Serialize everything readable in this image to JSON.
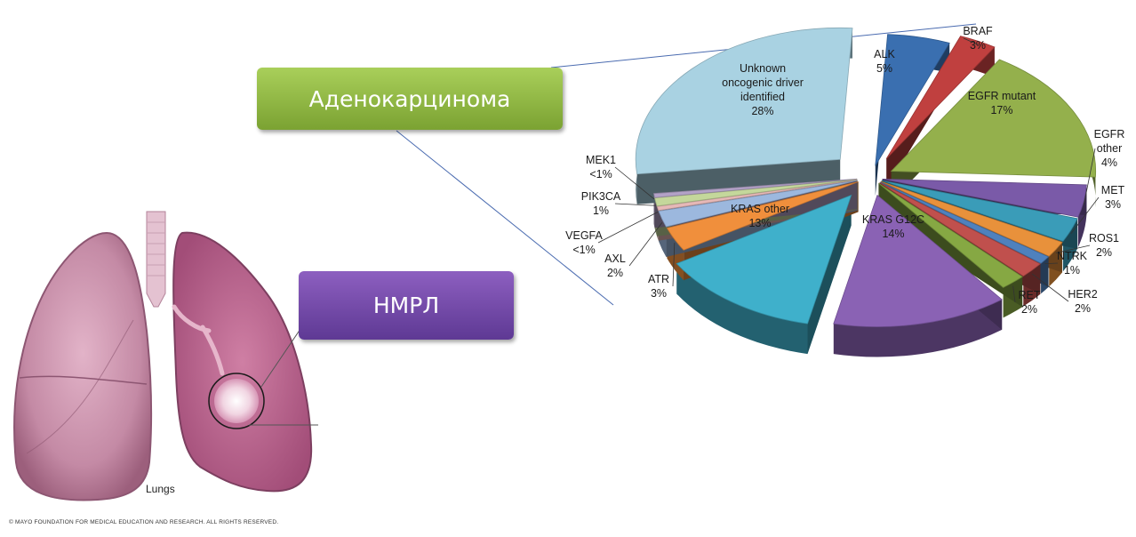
{
  "labels": {
    "adenocarcinoma": "Аденокарцинома",
    "nsclc": "НМРЛ",
    "lungs_caption": "Lungs",
    "copyright": "© MAYO FOUNDATION FOR MEDICAL EDUCATION AND RESEARCH. ALL RIGHTS RESERVED."
  },
  "colors": {
    "adeno_box": "#8cb83f",
    "nsclc_box": "#7048a8",
    "lung": "#c98aa6"
  },
  "chart_data": {
    "type": "pie",
    "title": "",
    "style": "3d exploded",
    "unit": "%",
    "slices": [
      {
        "name": "ALK",
        "pct": "5%",
        "value": 5,
        "color": "#3a6fb0"
      },
      {
        "name": "BRAF",
        "pct": "3%",
        "value": 3,
        "color": "#c0403f"
      },
      {
        "name": "EGFR mutant",
        "pct": "17%",
        "value": 17,
        "color": "#94b04c"
      },
      {
        "name": "EGFR other",
        "pct": "4%",
        "value": 4,
        "color": "#7a5aa8"
      },
      {
        "name": "MET",
        "pct": "3%",
        "value": 3,
        "color": "#3a9cb8"
      },
      {
        "name": "ROS1",
        "pct": "2%",
        "value": 2,
        "color": "#e8913b"
      },
      {
        "name": "NTRK",
        "pct": "1%",
        "value": 1,
        "color": "#4f81bd"
      },
      {
        "name": "HER2",
        "pct": "2%",
        "value": 2,
        "color": "#c0504d"
      },
      {
        "name": "RET",
        "pct": "2%",
        "value": 2,
        "color": "#86a843"
      },
      {
        "name": "KRAS G12C",
        "pct": "14%",
        "value": 14,
        "color": "#8a62b4"
      },
      {
        "name": "KRAS other",
        "pct": "13%",
        "value": 13,
        "color": "#3fb0cb"
      },
      {
        "name": "ATR",
        "pct": "3%",
        "value": 3,
        "color": "#f08f3c"
      },
      {
        "name": "AXL",
        "pct": "2%",
        "value": 2,
        "color": "#9cb8de"
      },
      {
        "name": "VEGFA",
        "pct": "<1%",
        "value": 0.5,
        "color": "#e6b8b7"
      },
      {
        "name": "PIK3CA",
        "pct": "1%",
        "value": 1,
        "color": "#c4d79b"
      },
      {
        "name": "MEK1",
        "pct": "<1%",
        "value": 0.5,
        "color": "#b3a2c7"
      },
      {
        "name": "Unknown oncogenic driver identified",
        "pct": "28%",
        "value": 28,
        "color": "#a9d2e2"
      }
    ]
  }
}
